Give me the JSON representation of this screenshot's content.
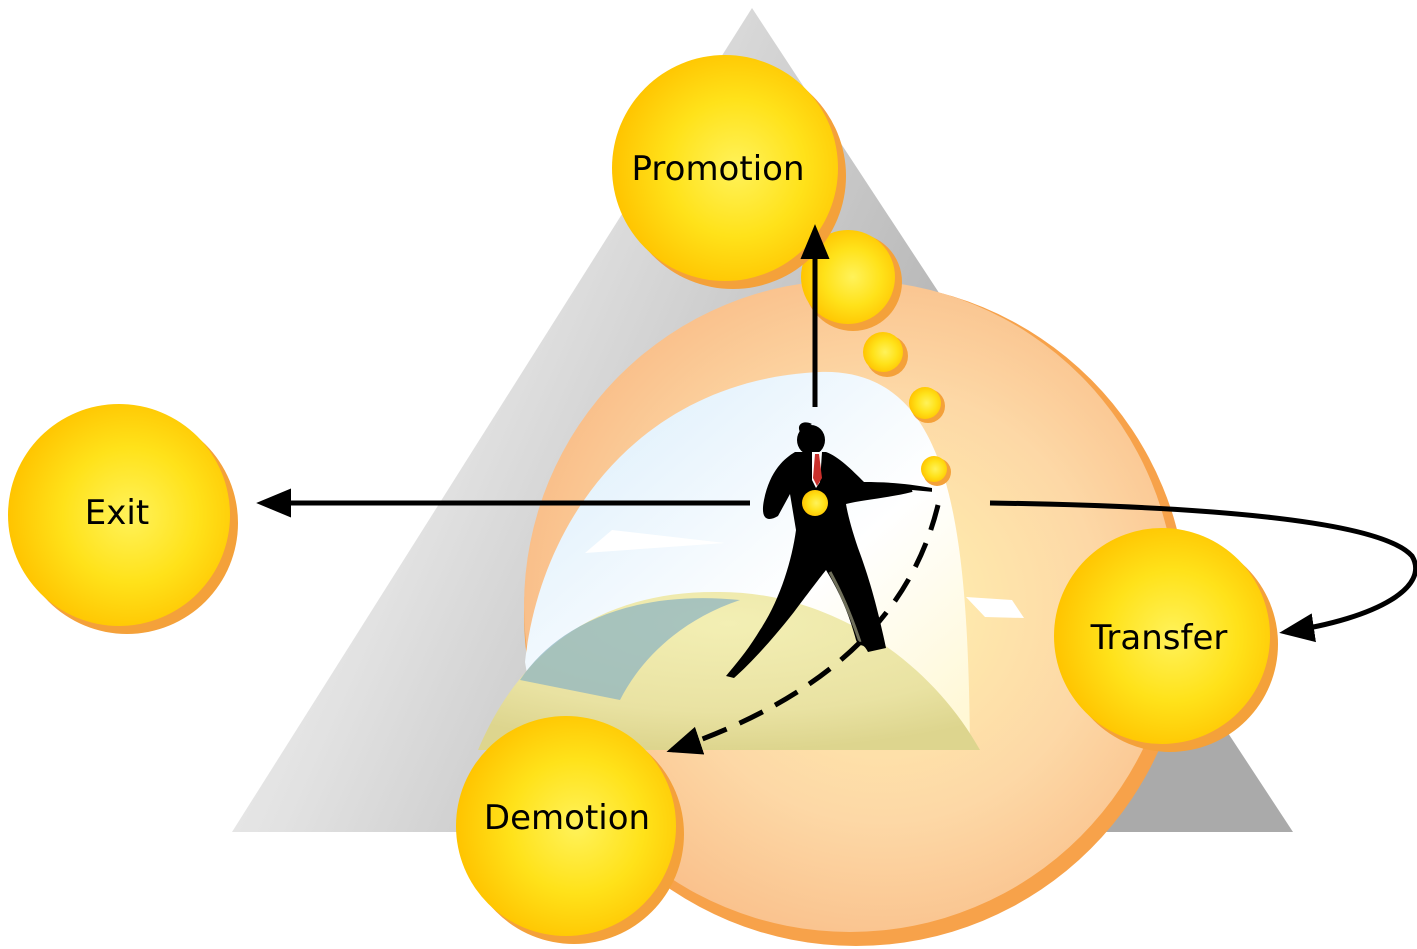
{
  "diagram": {
    "nodes": {
      "promotion": {
        "label": "Promotion"
      },
      "exit": {
        "label": "Exit"
      },
      "transfer": {
        "label": "Transfer"
      },
      "demotion": {
        "label": "Demotion"
      }
    },
    "colors": {
      "node_fill": "#FFD200",
      "node_highlight": "#FFF25A",
      "node_shadow": "#F4A13A",
      "triangle": "#B4B4B4",
      "disc": "#FCC796",
      "arrow": "#000000"
    }
  }
}
